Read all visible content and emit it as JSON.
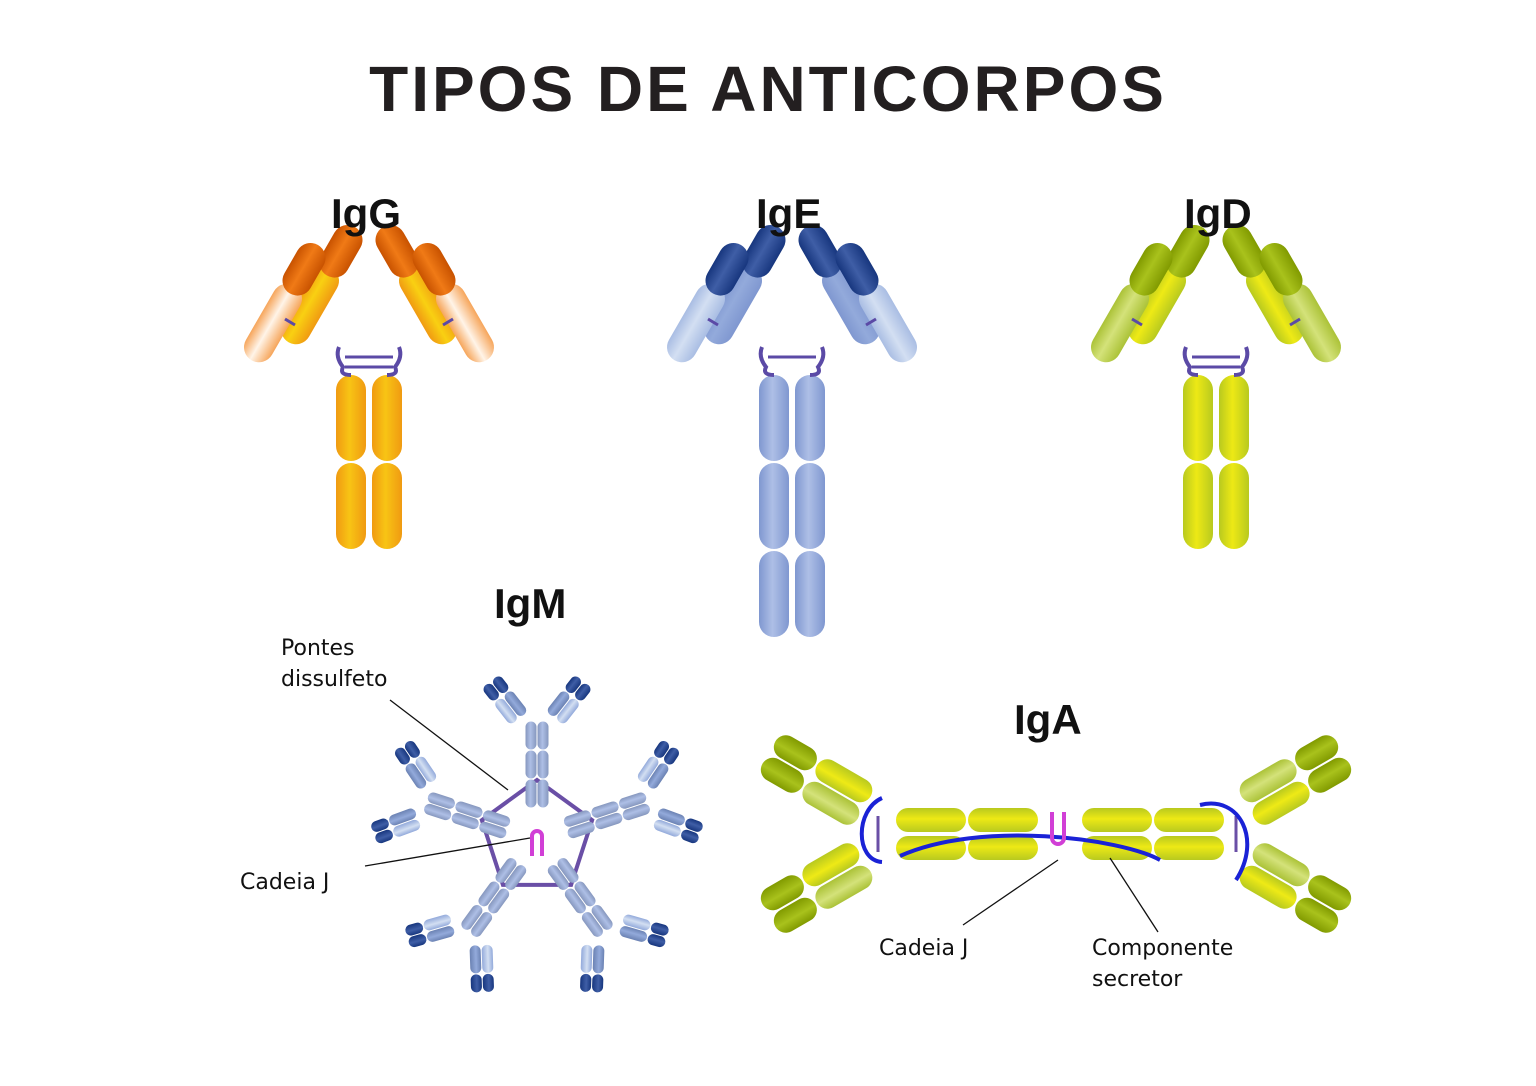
{
  "title": "TIPOS DE ANTICORPOS",
  "antibodies": [
    {
      "id": "igg",
      "label": "IgG",
      "tail_segments": 2,
      "colors": {
        "tip": "#f07a16",
        "outer": "#fff4e8",
        "outer_edge": "#f6a55a",
        "inner": "#f9d012",
        "stem": "#f8c414",
        "stem_edge": "#f09a12"
      }
    },
    {
      "id": "ige",
      "label": "IgE",
      "tail_segments": 3,
      "colors": {
        "tip": "#3f5ea6",
        "outer": "#d3dff2",
        "outer_edge": "#a9bde3",
        "inner": "#93aadb",
        "stem": "#aebfe6",
        "stem_edge": "#7f97d0"
      }
    },
    {
      "id": "igd",
      "label": "IgD",
      "tail_segments": 2,
      "colors": {
        "tip": "#a9c21c",
        "outer": "#d4e27a",
        "outer_edge": "#abc237",
        "inner": "#eeea16",
        "stem": "#ede915",
        "stem_edge": "#b8c91f"
      }
    }
  ],
  "igm": {
    "label": "IgM",
    "annotations": {
      "disulfide_bridges": "Pontes\ndissulfeto",
      "j_chain": "Cadeia J"
    },
    "colors": {
      "tip": "#3f5ea6",
      "outer": "#d3dff2",
      "inner": "#93aadb",
      "stem": "#aebfe6",
      "bridge": "#6a4fa6",
      "j_chain": "#d13fd6"
    }
  },
  "iga": {
    "label": "IgA",
    "annotations": {
      "j_chain": "Cadeia J",
      "secretory_component": "Componente\nsecretor"
    },
    "colors": {
      "tip": "#a9c21c",
      "outer": "#d4e27a",
      "inner": "#eeea16",
      "stem": "#ede915",
      "secretory": "#1a22d6",
      "j_chain": "#d13fd6",
      "bridge": "#6a4fa6"
    }
  },
  "bridge_color": "#5b4aa6"
}
